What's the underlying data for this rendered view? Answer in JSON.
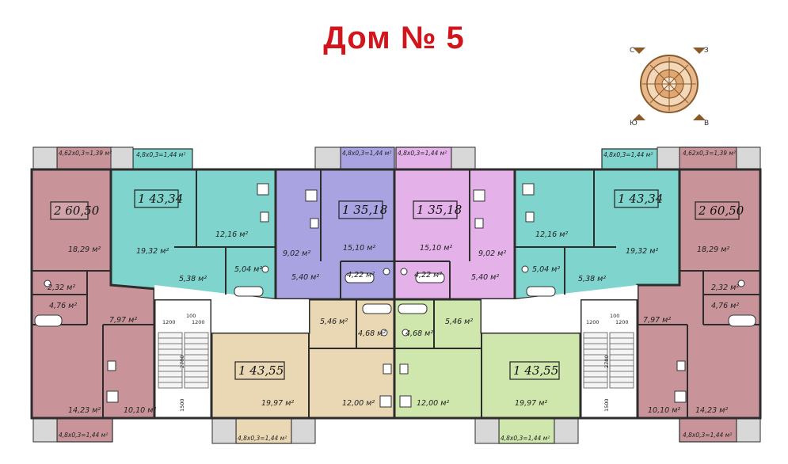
{
  "title": "Дом № 5",
  "compass": {
    "letters": [
      "С",
      "З",
      "Ю",
      "В"
    ]
  },
  "colors": {
    "title": "#d2151c",
    "brown": "#c8949a",
    "teal": "#7fd5cd",
    "purple": "#a9a4e1",
    "pink": "#e4b2e9",
    "tan": "#ead8b4",
    "green": "#cfe6ac",
    "walls": "#2d2d2d"
  },
  "apartments": [
    {
      "id": "a1",
      "label": "2 60,50",
      "color": "brown",
      "rooms": [
        "18,29 м²",
        "2,32 м²",
        "4,76 м²",
        "7,97 м²",
        "14,23 м²",
        "10,10 м²"
      ],
      "balconies": [
        "4,62х0,3=1,39 м²",
        "4,8х0,3=1,44 м²"
      ]
    },
    {
      "id": "a2",
      "label": "1 43,34",
      "color": "teal",
      "rooms": [
        "19,32 м²",
        "12,16 м²",
        "5,38 м²",
        "5,04 м²"
      ],
      "balconies": [
        "4,8х0,3=1,44 м²"
      ]
    },
    {
      "id": "a3",
      "label": "1 35,18",
      "color": "purple",
      "rooms": [
        "9,02 м²",
        "15,10 м²",
        "5,40 м²",
        "4,22 м²"
      ],
      "balconies": [
        "4,8х0,3=1,44 м²"
      ]
    },
    {
      "id": "a4",
      "label": "1 35,18",
      "color": "pink",
      "rooms": [
        "15,10 м²",
        "9,02 м²",
        "4,22 м²",
        "5,40 м²"
      ],
      "balconies": [
        "4,8х0,3=1,44 м²"
      ]
    },
    {
      "id": "a5",
      "label": "1 43,34",
      "color": "teal",
      "rooms": [
        "12,16 м²",
        "19,32 м²",
        "5,04 м²",
        "5,38 м²"
      ],
      "balconies": [
        "4,8х0,3=1,44 м²"
      ]
    },
    {
      "id": "a6",
      "label": "2 60,50",
      "color": "brown",
      "rooms": [
        "18,29 м²",
        "2,32 м²",
        "4,76 м²",
        "7,97 м²",
        "10,10 м²",
        "14,23 м²"
      ],
      "balconies": [
        "4,62х0,3=1,39 м²",
        "4,8х0,3=1,44 м²"
      ]
    },
    {
      "id": "a7",
      "label": "1 43,55",
      "color": "tan",
      "rooms": [
        "5,46 м²",
        "4,68 м²",
        "19,97 м²",
        "12,00 м²"
      ],
      "balconies": [
        "4,8х0,3=1,44 м²"
      ]
    },
    {
      "id": "a8",
      "label": "1 43,55",
      "color": "green",
      "rooms": [
        "4,68 м²",
        "5,46 м²",
        "12,00 м²",
        "19,97 м²"
      ],
      "balconies": [
        "4,8х0,3=1,44 м²"
      ]
    }
  ],
  "stairs": {
    "dims": [
      "1200",
      "100",
      "1200",
      "2700",
      "1500"
    ]
  }
}
